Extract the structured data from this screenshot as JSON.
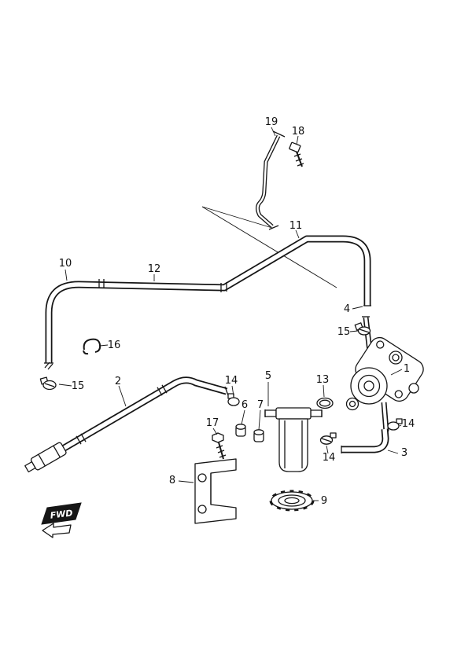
{
  "colors": {
    "ink": "#161616",
    "background": "#ffffff"
  },
  "fwd": {
    "label": "FWD"
  },
  "callouts": [
    {
      "ref": "19"
    },
    {
      "ref": "18"
    },
    {
      "ref": "11"
    },
    {
      "ref": "12"
    },
    {
      "ref": "10"
    },
    {
      "ref": "4"
    },
    {
      "ref": "15"
    },
    {
      "ref": "16"
    },
    {
      "ref": "15"
    },
    {
      "ref": "2"
    },
    {
      "ref": "14"
    },
    {
      "ref": "5"
    },
    {
      "ref": "6"
    },
    {
      "ref": "7"
    },
    {
      "ref": "13"
    },
    {
      "ref": "17"
    },
    {
      "ref": "14"
    },
    {
      "ref": "1"
    },
    {
      "ref": "14"
    },
    {
      "ref": "3"
    },
    {
      "ref": "8"
    },
    {
      "ref": "9"
    }
  ]
}
